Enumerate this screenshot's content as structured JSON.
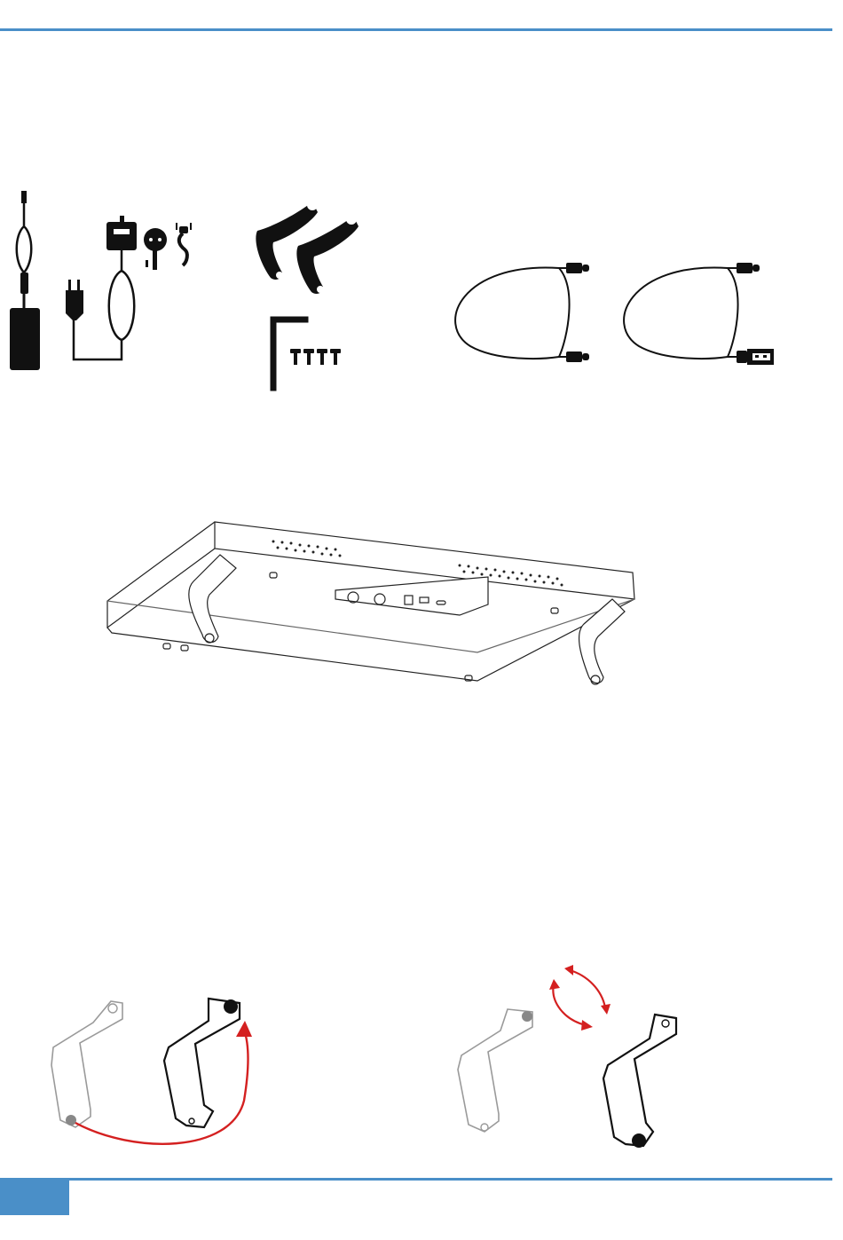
{
  "colors": {
    "accent": "#4a8fc8",
    "ink": "#111111",
    "arrow": "#d42020",
    "ghost": "#9a9a9a"
  },
  "illustrations": [
    "power-supply-with-plug-adapters",
    "leg-brackets-and-hex-key-with-screws",
    "usb-cables",
    "console-underside-with-legs-attached",
    "leg-reverse-orientation",
    "leg-rotate-orientation"
  ]
}
